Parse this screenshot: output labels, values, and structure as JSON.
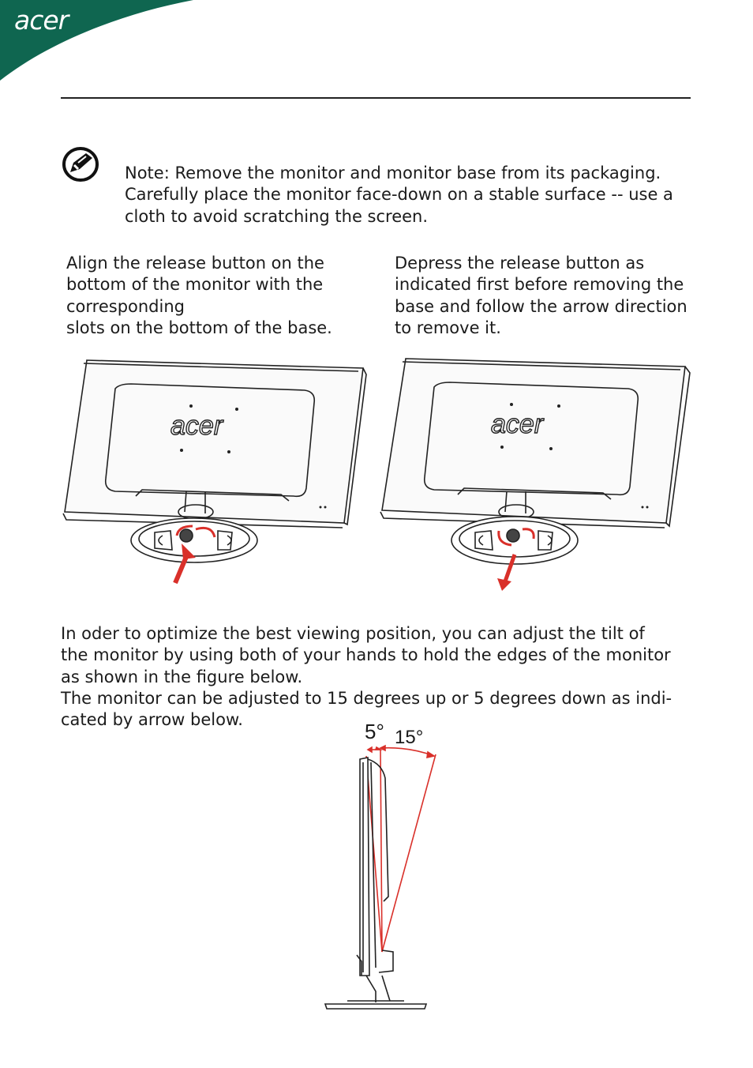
{
  "header": {
    "brand": "acer",
    "brand_color": "#0f6650"
  },
  "note": {
    "icon": "note-pencil-icon",
    "lines": [
      "Note: Remove the monitor and monitor base from its packaging.",
      "Carefully place the monitor face-down on a stable surface -- use a",
      "cloth to avoid scratching the screen."
    ]
  },
  "left_step": {
    "lines": [
      "Align the release button on the",
      "bottom of the monitor with the",
      "corresponding",
      "slots on the bottom of the base."
    ],
    "figure_logo": "acer"
  },
  "right_step": {
    "lines": [
      "Depress the release button as",
      "indicated first before removing the",
      "base and follow the arrow direction",
      "to remove it."
    ],
    "figure_logo": "acer"
  },
  "tilt": {
    "lines": [
      "In oder to optimize the best viewing position, you can adjust the tilt of",
      "the monitor by using both of your hands to hold the edges of the monitor",
      "as shown in the figure below.",
      "The monitor can be adjusted to 15 degrees up or 5 degrees down as indi-",
      "cated by arrow below."
    ],
    "angle_down_label": "5°",
    "angle_up_label": "15°",
    "arrow_color": "#d9302a"
  }
}
